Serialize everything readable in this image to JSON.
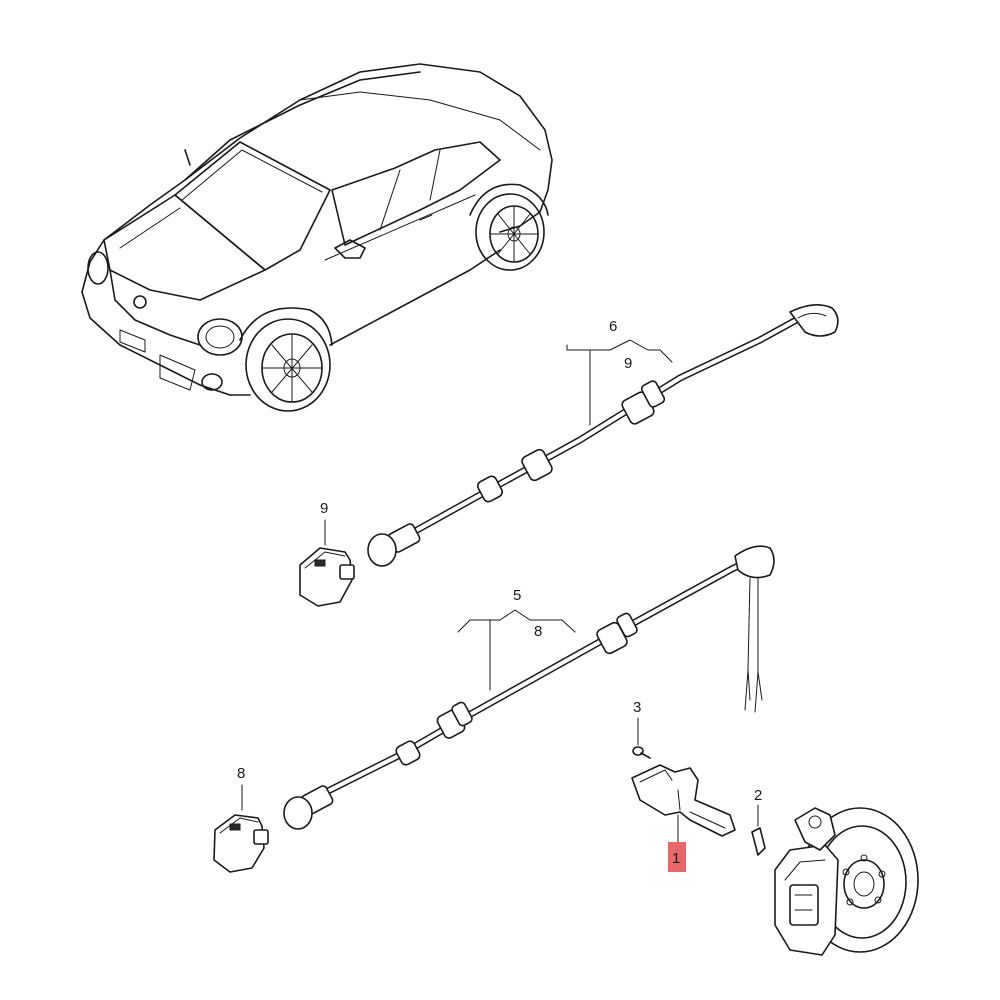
{
  "callouts": {
    "c1": "1",
    "c2": "2",
    "c3": "3",
    "c5": "5",
    "c6": "6",
    "c8a": "8",
    "c8b": "8",
    "c9a": "9",
    "c9b": "9"
  },
  "colors": {
    "highlight": "#e8686a",
    "line": "#1a1a1a"
  }
}
